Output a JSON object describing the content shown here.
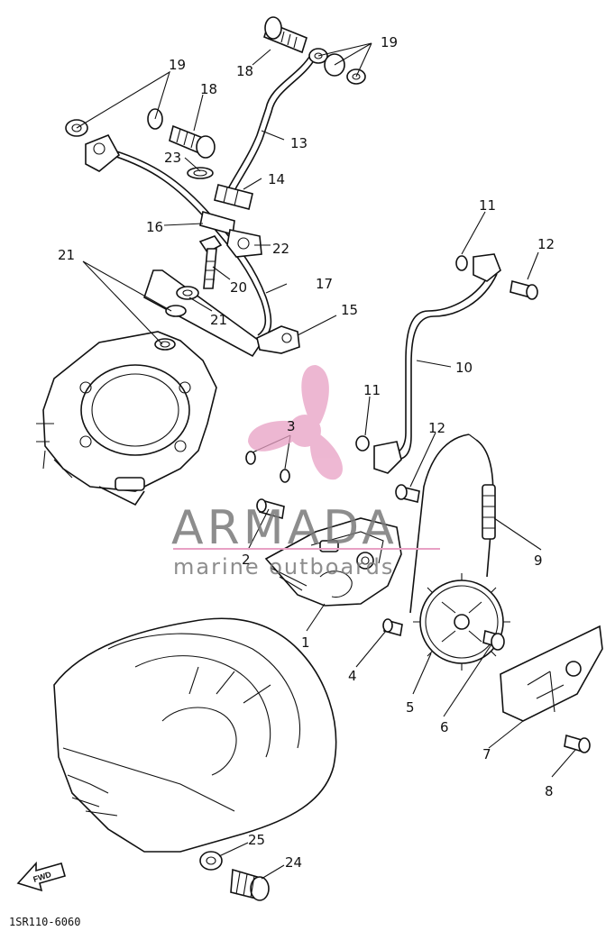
{
  "watermark": {
    "brand": "ARMADA",
    "tagline": "marine outboards",
    "logo_color": "#e8a0c4",
    "text_color": "#7a7a7a",
    "underline_color": "#e8a0c4"
  },
  "drawing_code": "1SR110-6060",
  "fwd_label": "FWD",
  "callouts": {
    "c1": "1",
    "c2": "2",
    "c3": "3",
    "c4": "4",
    "c5": "5",
    "c6": "6",
    "c7": "7",
    "c8": "8",
    "c9": "9",
    "c10": "10",
    "c11a": "11",
    "c11b": "11",
    "c12a": "12",
    "c12b": "12",
    "c13": "13",
    "c14": "14",
    "c15": "15",
    "c16": "16",
    "c17": "17",
    "c18a": "18",
    "c18b": "18",
    "c19a": "19",
    "c19b": "19",
    "c20": "20",
    "c21a": "21",
    "c21b": "21",
    "c22": "22",
    "c23": "23",
    "c24": "24",
    "c25": "25"
  }
}
